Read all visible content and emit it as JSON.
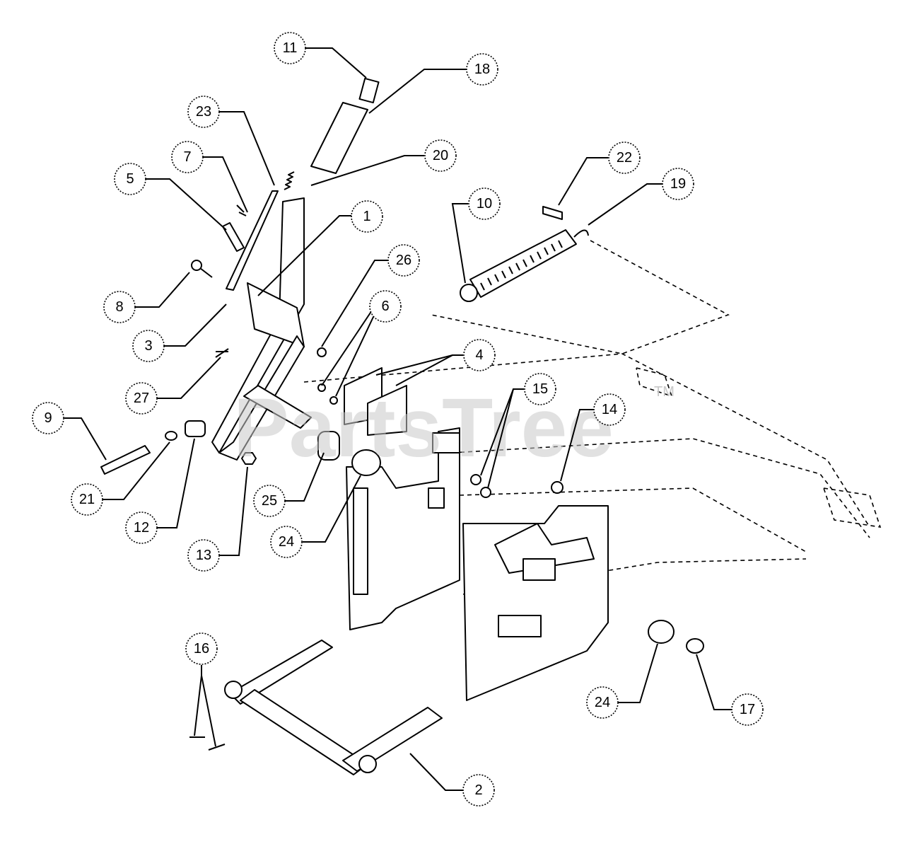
{
  "watermark": {
    "text": "PartsTree",
    "trademark": "TM"
  },
  "callouts": [
    {
      "id": "c1",
      "label": "1"
    },
    {
      "id": "c2",
      "label": "2"
    },
    {
      "id": "c3",
      "label": "3"
    },
    {
      "id": "c4",
      "label": "4"
    },
    {
      "id": "c5",
      "label": "5"
    },
    {
      "id": "c6",
      "label": "6"
    },
    {
      "id": "c7",
      "label": "7"
    },
    {
      "id": "c8",
      "label": "8"
    },
    {
      "id": "c9",
      "label": "9"
    },
    {
      "id": "c10",
      "label": "10"
    },
    {
      "id": "c11",
      "label": "11"
    },
    {
      "id": "c12",
      "label": "12"
    },
    {
      "id": "c13",
      "label": "13"
    },
    {
      "id": "c14",
      "label": "14"
    },
    {
      "id": "c15",
      "label": "15"
    },
    {
      "id": "c16",
      "label": "16"
    },
    {
      "id": "c17",
      "label": "17"
    },
    {
      "id": "c18",
      "label": "18"
    },
    {
      "id": "c19",
      "label": "19"
    },
    {
      "id": "c20",
      "label": "20"
    },
    {
      "id": "c21",
      "label": "21"
    },
    {
      "id": "c22",
      "label": "22"
    },
    {
      "id": "c23",
      "label": "23"
    },
    {
      "id": "c24a",
      "label": "24"
    },
    {
      "id": "c24b",
      "label": "24"
    },
    {
      "id": "c25",
      "label": "25"
    },
    {
      "id": "c26",
      "label": "26"
    },
    {
      "id": "c27",
      "label": "27"
    }
  ]
}
